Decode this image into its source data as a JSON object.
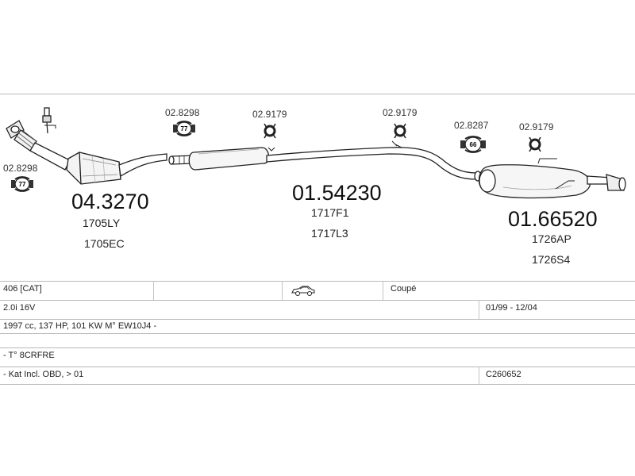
{
  "diagram": {
    "clamps": [
      {
        "code": "02.8298",
        "size": "77"
      },
      {
        "code": "02.8298",
        "size": "77"
      },
      {
        "code": "02.8287",
        "size": "66"
      }
    ],
    "hangers": [
      "02.9179",
      "02.9179",
      "02.9179"
    ],
    "sections": [
      {
        "number": "04.3270",
        "refs": [
          "1705LY",
          "1705EC"
        ]
      },
      {
        "number": "01.54230",
        "refs": [
          "1717F1",
          "1717L3"
        ]
      },
      {
        "number": "01.66520",
        "refs": [
          "1726AP",
          "1726S4"
        ]
      }
    ]
  },
  "table": {
    "row1": {
      "model": "406  [CAT]",
      "body": "Coupé",
      "car_icon": "car-coupe-icon"
    },
    "row2": {
      "engine": "2.0i 16V",
      "years": "01/99 - 12/04"
    },
    "row3": {
      "spec": "1997 cc, 137 HP, 101 KW M° EW10J4 -"
    },
    "row4": {
      "type": "- T° 8CRFRE"
    },
    "row5": {
      "kat": "- Kat Incl. OBD, > 01",
      "code": "C260652"
    }
  }
}
